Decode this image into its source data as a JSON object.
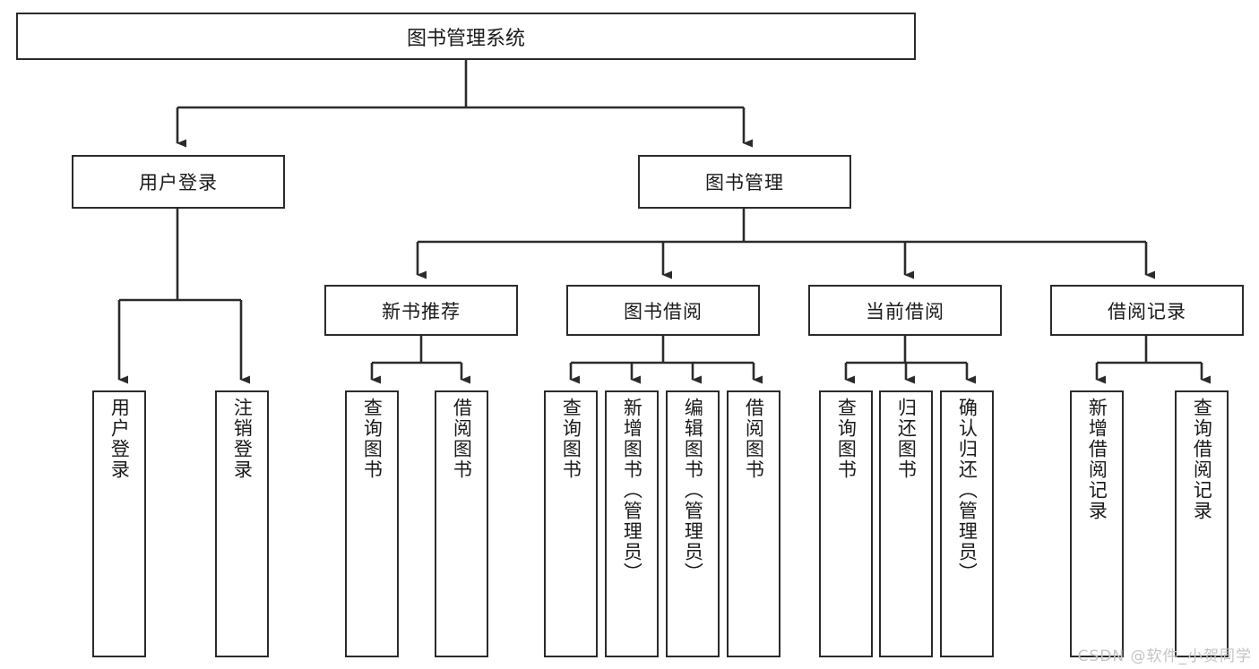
{
  "diagram": {
    "title": "图书管理系统",
    "root": {
      "label": "图书管理系统"
    },
    "level1": [
      {
        "label": "用户登录"
      },
      {
        "label": "图书管理"
      }
    ],
    "level2": [
      {
        "label": "新书推荐"
      },
      {
        "label": "图书借阅"
      },
      {
        "label": "当前借阅"
      },
      {
        "label": "借阅记录"
      }
    ],
    "leaves": {
      "user_login": [
        {
          "label": "用户登录"
        },
        {
          "label": "注销登录"
        }
      ],
      "new_book_recommend": [
        {
          "label": "查询图书"
        },
        {
          "label": "借阅图书"
        }
      ],
      "book_borrow": [
        {
          "label": "查询图书"
        },
        {
          "label": "新增图书（管理员）"
        },
        {
          "label": "编辑图书（管理员）"
        },
        {
          "label": "借阅图书"
        }
      ],
      "current_borrow": [
        {
          "label": "查询图书"
        },
        {
          "label": "归还图书"
        },
        {
          "label": "确认归还（管理员）"
        }
      ],
      "borrow_record": [
        {
          "label": "新增借阅记录"
        },
        {
          "label": "查询借阅记录"
        }
      ]
    }
  },
  "watermark": {
    "text": "CSDN @软件_小贺同学"
  },
  "colors": {
    "stroke": "#2b2b2b",
    "background": "#ffffff",
    "text": "#1a1a1a",
    "watermark": "#c4c4c4"
  }
}
